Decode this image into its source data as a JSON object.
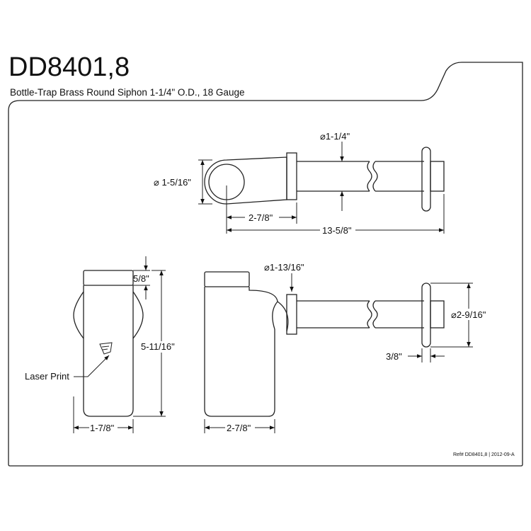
{
  "header": {
    "model": "DD8401,8",
    "description": "Bottle-Trap Brass Round Siphon 1-1/4\" O.D., 18 Gauge"
  },
  "top_view": {
    "pipe_diameter": "⌀1-1/4\"",
    "inlet_diameter": "⌀ 1-5/16\"",
    "inlet_to_flange": "2-7/8\"",
    "overall_length": "13-5/8\""
  },
  "front_view": {
    "cap_height": "5/8\"",
    "overall_height": "5-11/16\"",
    "body_width": "1-7/8\"",
    "laser_print_label": "Laser Print"
  },
  "side_view": {
    "body_diameter": "⌀1-13/16\"",
    "body_depth": "2-7/8\"",
    "flange_diameter": "⌀2-9/16\"",
    "flange_thickness": "3/8\""
  },
  "footer": {
    "ref": "Ref# DD8401,8 | 2012-09-A"
  }
}
